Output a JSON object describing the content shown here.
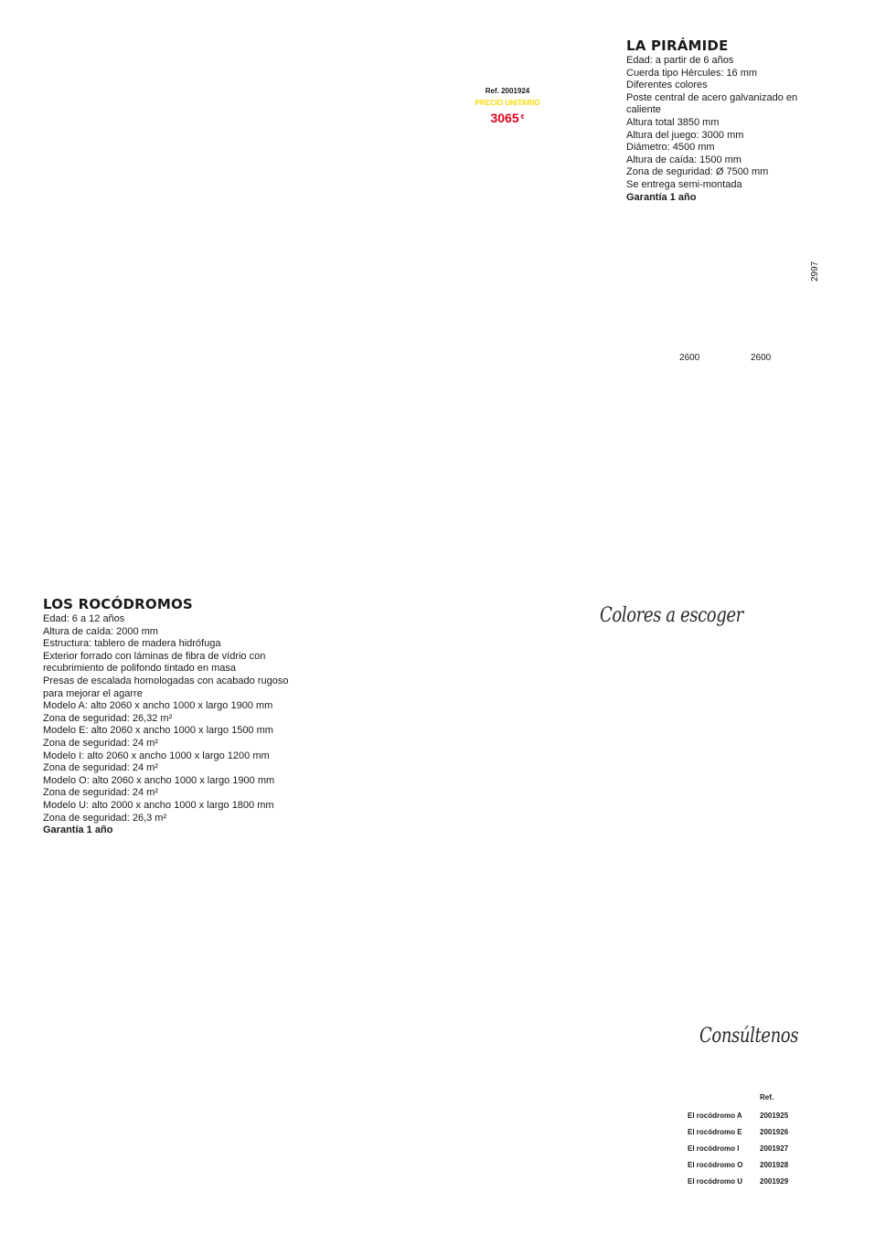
{
  "piramide": {
    "title": "LA PIRÁMIDE",
    "specs": [
      "Edad: a partir de 6 años",
      "Cuerda tipo Hércules: 16 mm",
      "Diferentes colores",
      "Poste central de acero galvanizado en",
      "caliente",
      "Altura total 3850 mm",
      "Altura del juego: 3000 mm",
      "Diámetro: 4500 mm",
      "Altura de caída: 1500 mm",
      "Zona de seguridad: Ø 7500 mm",
      "Se entrega semi-montada"
    ],
    "warranty": "Garantía 1 año"
  },
  "price": {
    "ref": "Ref. 2001924",
    "label": "PRECIO UNITARIO",
    "value": "3065",
    "currency": "€"
  },
  "dimensions": {
    "height": "2997",
    "width_a": "2600",
    "width_b": "2600"
  },
  "rocodromos": {
    "title": "LOS ROCÓDROMOS",
    "specs": [
      "Edad: 6 a 12 años",
      "Altura de caída: 2000 mm",
      "Estructura: tablero de madera hidrófuga",
      "Exterior forrado con láminas de fibra de vídrio con",
      "recubrimiento de polifondo tintado en masa",
      "Presas de escalada homologadas con acabado rugoso",
      "para mejorar el agarre",
      "Modelo A: alto 2060 x ancho 1000 x largo 1900 mm",
      "Zona de seguridad: 26,32 m²",
      "Modelo E: alto 2060 x ancho 1000 x largo 1500 mm",
      "Zona de seguridad: 24 m²",
      "Modelo I: alto 2060 x ancho 1000 x largo 1200 mm",
      "Zona de seguridad: 24 m²",
      "Modelo O: alto 2060 x ancho 1000 x largo 1900 mm",
      "Zona de seguridad: 24 m²",
      "Modelo U: alto 2000 x ancho 1000 x largo 1800 mm",
      "Zona de seguridad: 26,3 m²"
    ],
    "warranty": "Garantía 1 año"
  },
  "colors_heading": "Colores a escoger",
  "consult_heading": "Consúltenos",
  "ref_table": {
    "header": "Ref.",
    "rows": [
      {
        "name": "El rocódromo A",
        "ref": "2001925"
      },
      {
        "name": "El rocódromo E",
        "ref": "2001926"
      },
      {
        "name": "El rocódromo I",
        "ref": "2001927"
      },
      {
        "name": "El rocódromo O",
        "ref": "2001928"
      },
      {
        "name": "El rocódromo U",
        "ref": "2001929"
      }
    ]
  },
  "colors": {
    "text": "#1a1a1a",
    "price_label": "#f5d800",
    "price_value": "#e3001b"
  }
}
